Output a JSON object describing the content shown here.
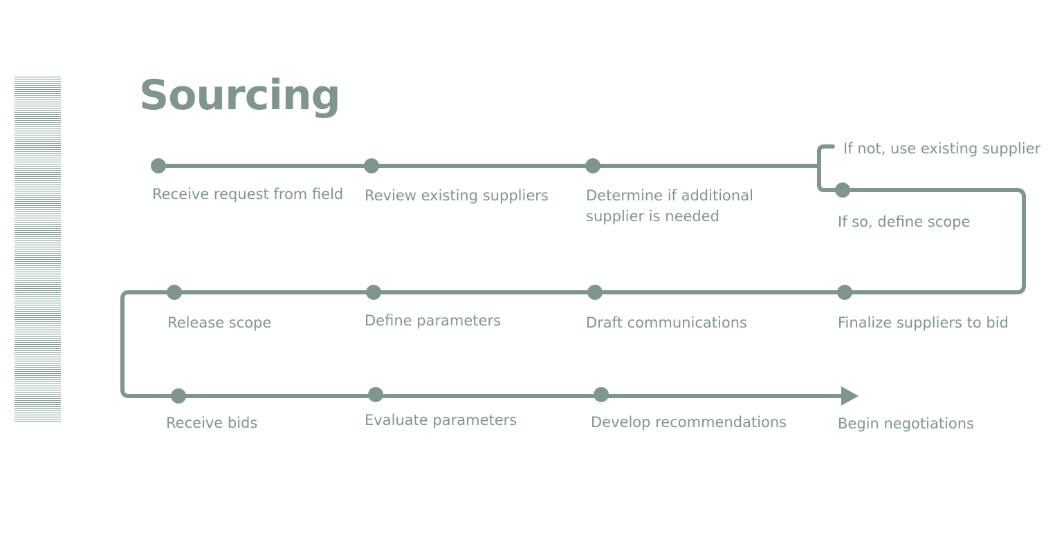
{
  "title": "Sourcing",
  "colors": {
    "line": "#7f978b",
    "text": "#7f978b",
    "barcode": "#7fa08d"
  },
  "steps": {
    "row1": [
      "Receive request from field",
      "Review existing suppliers",
      "Determine if additional\nsupplier is needed"
    ],
    "branch": {
      "not": "If not, use existing supplier",
      "so": "If so, define scope"
    },
    "row2": [
      "Release scope",
      "Define parameters",
      "Draft communications",
      "Finalize suppliers to bid"
    ],
    "row3": [
      "Receive bids",
      "Evaluate parameters",
      "Develop recommendations",
      "Begin negotiations"
    ]
  }
}
